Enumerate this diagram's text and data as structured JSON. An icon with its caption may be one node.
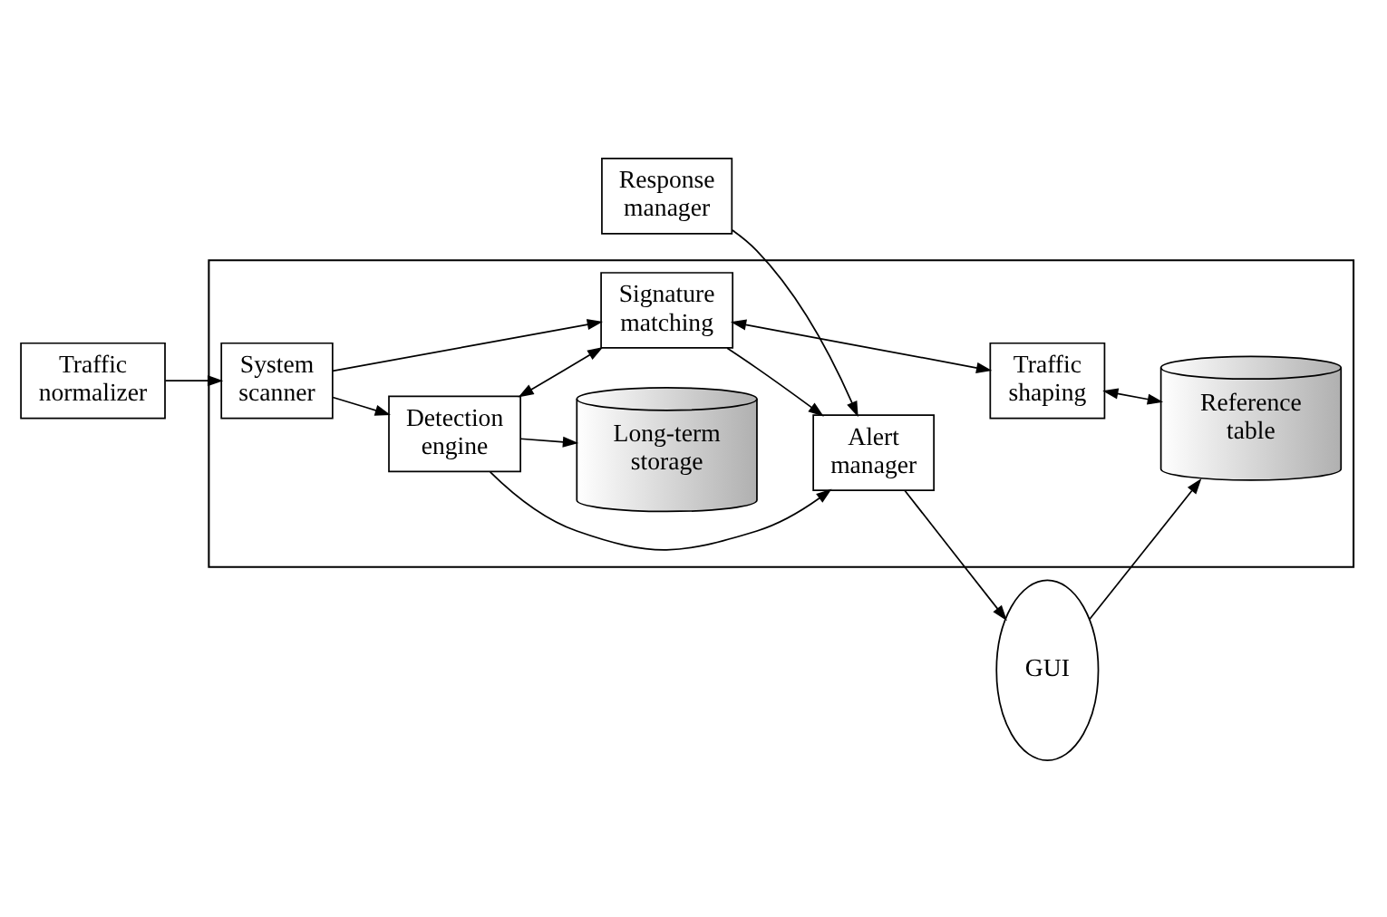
{
  "diagram": {
    "nodes": [
      {
        "text": [],
        "shape": "box"
      },
      {
        "text": [
          "Traffic normalizer"
        ]
      },
      {
        "text": [
          "System scanner"
        ],
        "in": 0
      },
      {
        "text": [
          "Detection engine"
        ],
        "in": 0
      },
      {
        "text": [
          "Signature matching"
        ],
        "in": 0
      },
      {
        "text": [
          "Traffic shaping"
        ],
        "in": 0
      },
      {
        "text": [
          "Response manager"
        ]
      },
      {
        "text": [
          "Alert manager"
        ],
        "in": 0
      },
      {
        "text": [
          "Reference table"
        ],
        "in": 0
      },
      {
        "text": [
          "Long-term storage"
        ],
        "in": 0
      },
      {
        "text": [
          "GUI"
        ]
      }
    ],
    "edges": [
      {
        "from": 1,
        "to": 2,
        "arrow": "to"
      },
      {
        "from": 2,
        "to": 3,
        "arrow": "to"
      },
      {
        "from": 2,
        "to": 4,
        "arrow": "to"
      },
      {
        "from": 3,
        "to": 4,
        "arrow": "both"
      },
      {
        "from": 4,
        "to": 5,
        "arrow": "both"
      },
      {
        "from": 5,
        "to": 8,
        "arrow": "both"
      },
      {
        "from": 3,
        "to": 9,
        "arrow": "to"
      },
      {
        "from": 3,
        "to": 7,
        "arrow": "to"
      },
      {
        "from": 4,
        "to": 7,
        "arrow": "to"
      },
      {
        "from": 6,
        "to": 7,
        "arrow": "to"
      },
      {
        "from": 7,
        "to": 10,
        "arrow": "to"
      },
      {
        "from": 10,
        "to": 8,
        "arrow": "to"
      }
    ]
  }
}
